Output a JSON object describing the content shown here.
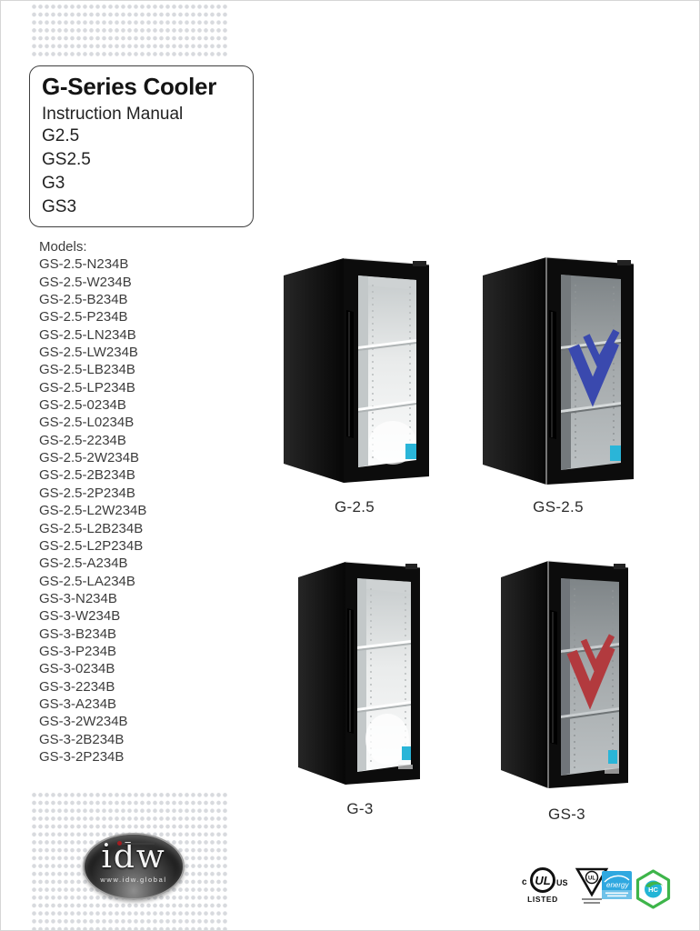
{
  "title_box": {
    "title": "G-Series Cooler",
    "subtitle": "Instruction Manual",
    "variants": [
      "G2.5",
      "GS2.5",
      "G3",
      "GS3"
    ]
  },
  "models": {
    "heading": "Models:",
    "list": [
      "GS-2.5-N234B",
      "GS-2.5-W234B",
      "GS-2.5-B234B",
      "GS-2.5-P234B",
      "GS-2.5-LN234B",
      "GS-2.5-LW234B",
      "GS-2.5-LB234B",
      "GS-2.5-LP234B",
      "GS-2.5-0234B",
      "GS-2.5-L0234B",
      "GS-2.5-2234B",
      "GS-2.5-2W234B",
      "GS-2.5-2B234B",
      "GS-2.5-2P234B",
      "GS-2.5-L2W234B",
      "GS-2.5-L2B234B",
      "GS-2.5-L2P234B",
      "GS-2.5-A234B",
      "GS-2.5-LA234B",
      "GS-3-N234B",
      "GS-3-W234B",
      "GS-3-B234B",
      "GS-3-P234B",
      "GS-3-0234B",
      "GS-3-2234B",
      "GS-3-A234B",
      "GS-3-2W234B",
      "GS-3-2B234B",
      "GS-3-2P234B"
    ]
  },
  "products": [
    {
      "label": "G-2.5"
    },
    {
      "label": "GS-2.5"
    },
    {
      "label": "G-3"
    },
    {
      "label": "GS-3"
    }
  ],
  "footer": {
    "idw": {
      "text": "idw",
      "url": "www.idw.global"
    },
    "certs": {
      "ul_listed": {
        "c": "c",
        "ul": "UL",
        "us": "US",
        "listed": "LISTED"
      },
      "ul_sanitation": {
        "ul": "UL"
      },
      "energy_star": {
        "word": "energy"
      },
      "hc": {
        "label": "HC"
      }
    }
  },
  "colors": {
    "v_blue": "#3a49ae",
    "v_red": "#b23a3e",
    "sticker": "#2ab5d8",
    "energy_blue": "#2fa8e0",
    "energy_band": "#6fc2e9",
    "hc_green": "#3eb54a",
    "hc_teal": "#23b5d6"
  }
}
